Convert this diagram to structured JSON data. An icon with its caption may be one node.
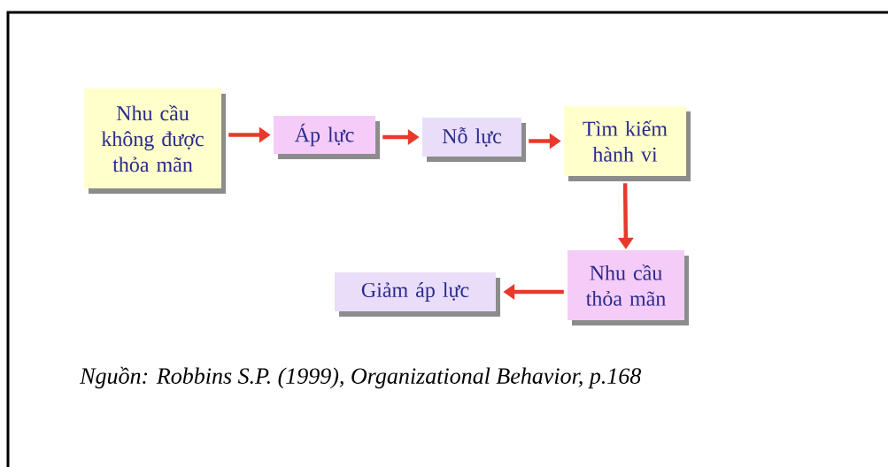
{
  "diagram": {
    "caption": "Nguồn: Robbins S.P. (1999), Organizational Behavior, p.168",
    "nodes": [
      {
        "text": [
          "Nhu cầu không được thỏa mãn"
        ]
      },
      {
        "text": [
          "Áp lực"
        ]
      },
      {
        "text": [
          "Nỗ lực"
        ]
      },
      {
        "text": [
          "Tìm kiếm hành vi"
        ]
      },
      {
        "text": [
          "Nhu cầu thỏa mãn"
        ]
      },
      {
        "text": [
          "Giảm áp lực"
        ]
      }
    ],
    "edges": [
      {
        "from": 0,
        "to": 1,
        "arrow": "to"
      },
      {
        "from": 1,
        "to": 2,
        "arrow": "to"
      },
      {
        "from": 2,
        "to": 3,
        "arrow": "to"
      },
      {
        "from": 3,
        "to": 4,
        "arrow": "to"
      },
      {
        "from": 4,
        "to": 5,
        "arrow": "to"
      }
    ]
  }
}
